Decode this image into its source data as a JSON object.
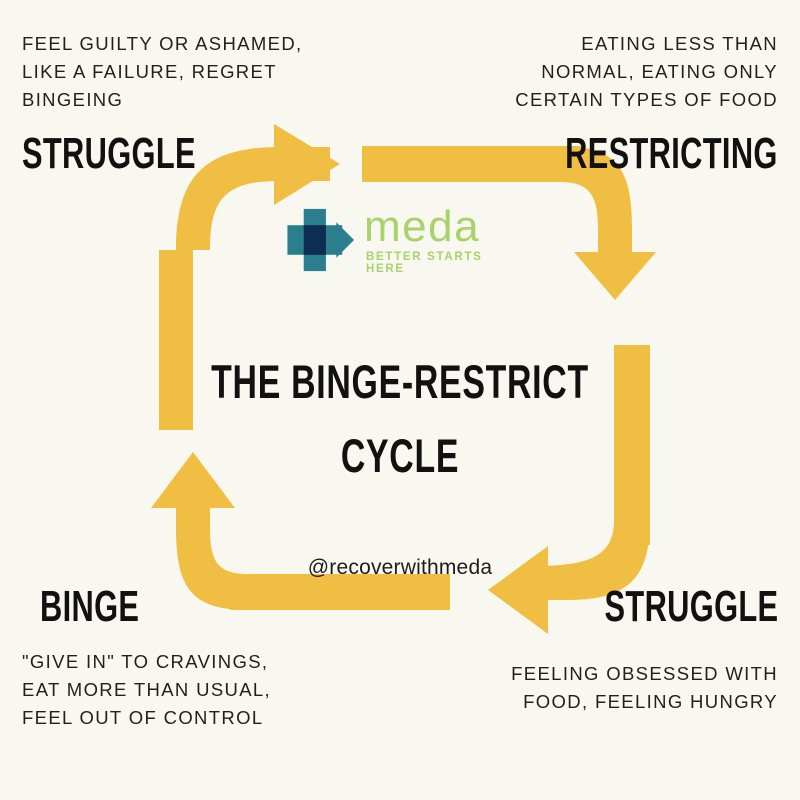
{
  "title": "THE BINGE-RESTRICT CYCLE",
  "title_lines": [
    "THE BINGE-RESTRICT",
    "CYCLE"
  ],
  "handle": "@recoverwithmeda",
  "colors": {
    "background": "#f8f7f0",
    "arrow_yellow": "#efbe43",
    "heading_black": "#111111",
    "body_text": "#231f20",
    "logo_green": "#a8d36a",
    "logo_teal": "#2a7f8f",
    "logo_navy": "#0d2d52"
  },
  "logo": {
    "word": "meda",
    "tagline": "BETTER STARTS HERE",
    "mark_icon": "cross-arrow-icon"
  },
  "stages": [
    {
      "id": "struggle-top",
      "label": "STRUGGLE",
      "description": "FEEL GUILTY OR ASHAMED,\nLIKE A FAILURE, REGRET\nBINGEING",
      "position": "top-left"
    },
    {
      "id": "restricting",
      "label": "RESTRICTING",
      "description": "EATING LESS THAN\nNORMAL, EATING ONLY\nCERTAIN TYPES OF FOOD",
      "position": "top-right"
    },
    {
      "id": "struggle-bottom",
      "label": "STRUGGLE",
      "description": "FEELING OBSESSED WITH\nFOOD, FEELING HUNGRY",
      "position": "bottom-right"
    },
    {
      "id": "binge",
      "label": "BINGE",
      "description": "\"GIVE IN\" TO CRAVINGS,\nEAT MORE THAN USUAL,\nFEEL OUT OF CONTROL",
      "position": "bottom-left"
    }
  ],
  "arrows": [
    {
      "id": "arrow-top",
      "icon": "curved-arrow-right-icon",
      "from": "struggle-top",
      "to": "restricting"
    },
    {
      "id": "arrow-right",
      "icon": "curved-arrow-down-icon",
      "from": "restricting",
      "to": "struggle-bottom"
    },
    {
      "id": "arrow-bottom",
      "icon": "curved-arrow-left-icon",
      "from": "struggle-bottom",
      "to": "binge"
    },
    {
      "id": "arrow-left",
      "icon": "curved-arrow-up-icon",
      "from": "binge",
      "to": "struggle-top"
    }
  ]
}
